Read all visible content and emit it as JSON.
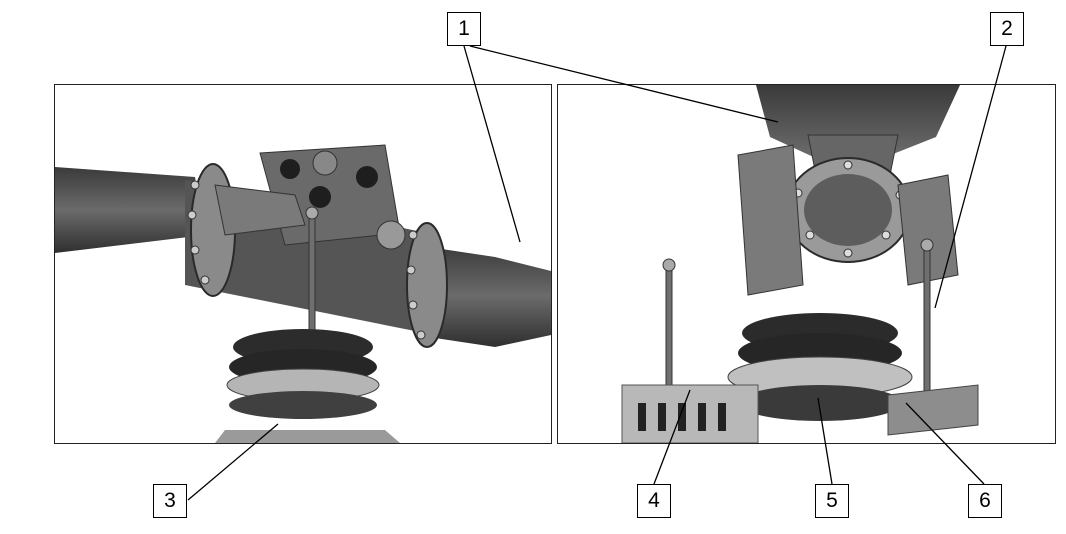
{
  "callouts": [
    "1",
    "2",
    "3",
    "4",
    "5",
    "6"
  ],
  "colors": {
    "line": "#000000",
    "frame": "#222222",
    "metal_dark": "#4a4a4a",
    "metal_mid": "#7a7a7a",
    "metal_light": "#bdbdbd"
  }
}
